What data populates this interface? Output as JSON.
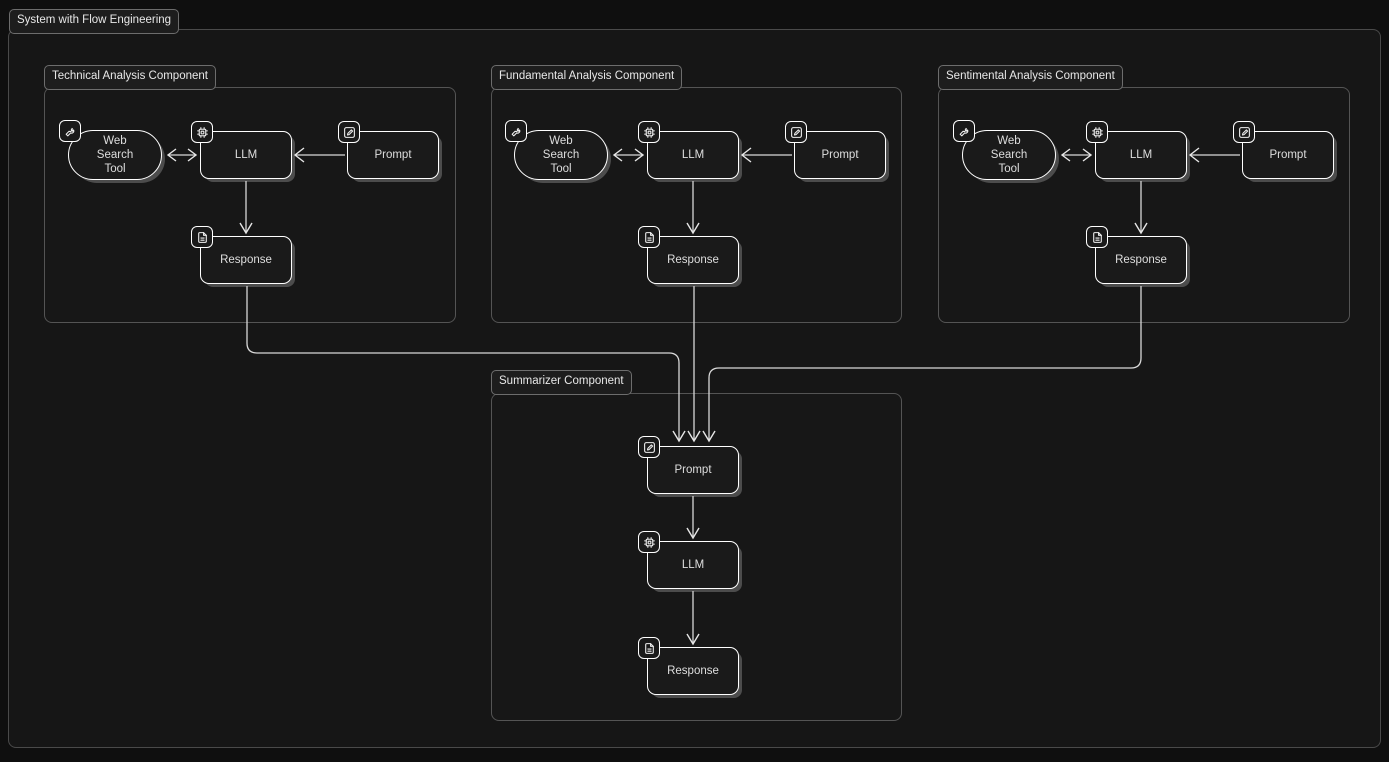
{
  "diagram": {
    "title": "System with Flow Engineering",
    "background_color": "#0f0f0f",
    "frame_color": "#161616",
    "node_border_color": "#ffffff",
    "edge_color": "#d8d8d8",
    "text_color": "#dedede"
  },
  "components": [
    {
      "id": "technical",
      "label": "Technical Analysis Component",
      "nodes": [
        {
          "id": "tech-web-search",
          "label": "Web\nSearch\nTool",
          "icon": "wrench-icon",
          "shape": "pill"
        },
        {
          "id": "tech-llm",
          "label": "LLM",
          "icon": "cpu-chip-icon",
          "shape": "rounded-rect"
        },
        {
          "id": "tech-prompt",
          "label": "Prompt",
          "icon": "edit-square-icon",
          "shape": "rounded-rect"
        },
        {
          "id": "tech-response",
          "label": "Response",
          "icon": "document-icon",
          "shape": "rounded-rect"
        }
      ],
      "edges": [
        {
          "from": "tech-web-search",
          "to": "tech-llm",
          "direction": "bidirectional"
        },
        {
          "from": "tech-prompt",
          "to": "tech-llm",
          "direction": "unidirectional"
        },
        {
          "from": "tech-llm",
          "to": "tech-response",
          "direction": "unidirectional"
        }
      ]
    },
    {
      "id": "fundamental",
      "label": "Fundamental Analysis Component",
      "nodes": [
        {
          "id": "fund-web-search",
          "label": "Web\nSearch\nTool",
          "icon": "wrench-icon",
          "shape": "pill"
        },
        {
          "id": "fund-llm",
          "label": "LLM",
          "icon": "cpu-chip-icon",
          "shape": "rounded-rect"
        },
        {
          "id": "fund-prompt",
          "label": "Prompt",
          "icon": "edit-square-icon",
          "shape": "rounded-rect"
        },
        {
          "id": "fund-response",
          "label": "Response",
          "icon": "document-icon",
          "shape": "rounded-rect"
        }
      ],
      "edges": [
        {
          "from": "fund-web-search",
          "to": "fund-llm",
          "direction": "bidirectional"
        },
        {
          "from": "fund-prompt",
          "to": "fund-llm",
          "direction": "unidirectional"
        },
        {
          "from": "fund-llm",
          "to": "fund-response",
          "direction": "unidirectional"
        }
      ]
    },
    {
      "id": "sentimental",
      "label": "Sentimental Analysis Component",
      "nodes": [
        {
          "id": "sent-web-search",
          "label": "Web\nSearch\nTool",
          "icon": "wrench-icon",
          "shape": "pill"
        },
        {
          "id": "sent-llm",
          "label": "LLM",
          "icon": "cpu-chip-icon",
          "shape": "rounded-rect"
        },
        {
          "id": "sent-prompt",
          "label": "Prompt",
          "icon": "edit-square-icon",
          "shape": "rounded-rect"
        },
        {
          "id": "sent-response",
          "label": "Response",
          "icon": "document-icon",
          "shape": "rounded-rect"
        }
      ],
      "edges": [
        {
          "from": "sent-web-search",
          "to": "sent-llm",
          "direction": "bidirectional"
        },
        {
          "from": "sent-prompt",
          "to": "sent-llm",
          "direction": "unidirectional"
        },
        {
          "from": "sent-llm",
          "to": "sent-response",
          "direction": "unidirectional"
        }
      ]
    },
    {
      "id": "summarizer",
      "label": "Summarizer Component",
      "nodes": [
        {
          "id": "summ-prompt",
          "label": "Prompt",
          "icon": "edit-square-icon",
          "shape": "rounded-rect"
        },
        {
          "id": "summ-llm",
          "label": "LLM",
          "icon": "cpu-chip-icon",
          "shape": "rounded-rect"
        },
        {
          "id": "summ-response",
          "label": "Response",
          "icon": "document-icon",
          "shape": "rounded-rect"
        }
      ],
      "edges": [
        {
          "from": "summ-prompt",
          "to": "summ-llm",
          "direction": "unidirectional"
        },
        {
          "from": "summ-llm",
          "to": "summ-response",
          "direction": "unidirectional"
        }
      ]
    }
  ],
  "cross_component_edges": [
    {
      "from": "tech-response",
      "to": "summ-prompt",
      "direction": "unidirectional"
    },
    {
      "from": "fund-response",
      "to": "summ-prompt",
      "direction": "unidirectional"
    },
    {
      "from": "sent-response",
      "to": "summ-prompt",
      "direction": "unidirectional"
    }
  ]
}
